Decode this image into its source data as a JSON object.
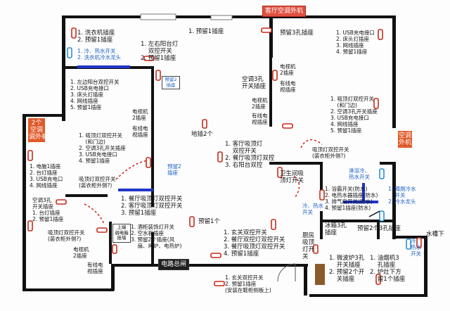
{
  "banners": {
    "living_ac_top": "客厅空调外机",
    "ac_right": "空调\n外机",
    "ac_left": "2个\n空调\n调外机",
    "panel": "电路总闸",
    "weak_box": "上端\n弱电箱\n挂墙",
    "mid_box": "预留2\n插座"
  },
  "labels": {
    "top_center": "1. 预留1插座",
    "laundry": "1. 洗衣机插座\n2. 预留1插座",
    "laundry_water": "1. 冷、热水开关\n2. 洗衣机冷水龙头",
    "balcony_lamp": "1. 左右阳台灯\n    双控开关\n2. 预留1插座",
    "reserve2_blue": "预留2\n插座",
    "bed_left_list": "1. 左边阳台双控开关\n2. USB充电接口\n3. 床头灯插座\n4. 网线插座\n5. 预留1插座",
    "tv_left": "电视机\n2插座",
    "cable_left": "有线电\n视插座",
    "bed_left_2": "1. 吸顶灯双控开关\n    (和门边)\n2. 空调3孔开关插座\n3. USB充电接口\n4. 预留1插座",
    "ceiling_dual_left": "吸顶灯双控开关\n(装衣柜外侧?)",
    "reserve2_mid": "预留2\n插座",
    "living_switch": "1. 餐厅吸顶灯双控开关\n2. 客厅吸顶灯双控开关\n3. 预留1插座",
    "ac_left_list": "1. 电脑1插座\n2. 台灯插座\n3. USB充电口\n4. 网线插座",
    "ac3_left": "空调3孔\n开关插座\n1. 台灯插座\n2. 预留1插座",
    "ceiling_dual_left_2": "吸顶灯双控开关\n(装衣柜外侧?)",
    "tv_left_2": "电视机\n2插座",
    "cable_left_2": "有线电\n视插座",
    "wine_cab": "1. 酒柜装饰灯开关\n2. 空水机插座\n3. 预留2个插座(风\n    扇、烤炉、电热炉)",
    "floor_lamp": "地插2个",
    "reserve1": "预留1个",
    "entry_switches": "1. 玄关双控开关\n2. 餐厅双控灯双控开关\n3. 餐厅吸顶灯双控开关\n4. 预留1插座",
    "entry_shoe": "1. 玄关双控开关\n2. 预留1插座\n(安装在鞋柜侧板上)",
    "right_top_3hole": "预留3孔插座",
    "right_top_list": "1. USB充电接口\n2. 床头灯插座\n3. 网线插座\n4. 预留1插座",
    "tv_right": "电视机\n2插座",
    "ac3_right": "空调3孔\n开关插座",
    "cable_right": "有线电\n视插座",
    "tv_right_2": "电视机\n2插座",
    "cable_right_2": "有线电\n视插座",
    "right_mid_list": "1. 吸顶灯双控开关\n    (和门边)\n2. 空调3孔开关插座\n3. USB充电接口\n4. 网线插座\n5. 预留1插座",
    "living_list_right": "1. 客厅吸顶灯\n    双控开关\n2. 餐厅吸顶灯双控\n3. 右阳台双控",
    "ceiling_dual_right": "吸顶灯双控开关\n(装衣柜外侧?)",
    "toilet_light": "卫生间吸\n顶灯开关",
    "hot_water": "淋浴冷、\n热水开关",
    "bath_list": "1. 浴霸开关(防水)\n2. 电热水器插座(防水)\n3. 排气扇开关(防水)\n4. 预留1插座(防水)",
    "toilet_water_blue": "1. 蹲厕冷水\n    开关\n2. 冷水龙头",
    "cold_hot_blue": "冷、热水\n开关",
    "fridge": "冰箱3孔\n插座",
    "kitchen_light": "厨房\n吸顶\n灯开\n关",
    "reserve2_3hole": "预留2个3孔插座",
    "sink": "水槽下",
    "cold_hot_kitchen": "冷、\n热水\n开关",
    "microwave": "1. 微波炉3孔\n    开关插座\n2. 预留2个开\n    关插座",
    "range_hood": "1. 油烟机3\n    孔插座\n2. 炉灶下方\n    留1个插座"
  }
}
